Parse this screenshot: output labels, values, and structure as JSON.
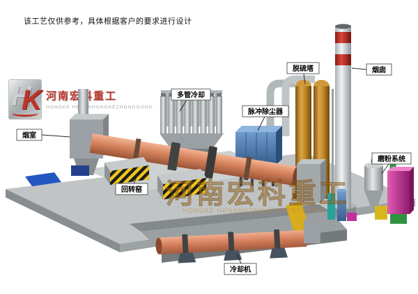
{
  "page": {
    "disclaimer": "该工艺仅供参考，具体根据客户的要求进行设计",
    "background": "#ffffff"
  },
  "logo": {
    "letter_h": "H",
    "letter_k": "K",
    "company_cn": "河南宏科重工",
    "company_en": "HONGKE HENANHONGKEZHONGGONG"
  },
  "watermark": {
    "cn": "河南宏科重工",
    "en": "HONGKE HENANHONGKEZHONGGONG"
  },
  "labels": {
    "smoke_chamber": "烟室",
    "rotary_kiln": "回转窑",
    "multi_tube_cooler": "多管冷却",
    "pulse_dust_collector": "脉冲除尘器",
    "desulfurization_tower": "脱硫塔",
    "chimney": "烟囱",
    "grinding_system": "磨粉系统",
    "cooling_machine": "冷却机"
  },
  "colors": {
    "kiln": "#d5825d",
    "cooling_machine": "#d27c5a",
    "dust_collector": "#4a77ab",
    "desulfurization_tower": "#bd8426",
    "chimney_band": "#c8352b",
    "platform": "#c0c4c5",
    "hazard_yellow": "#f0c41c",
    "grinding_magenta": "#c2309a",
    "grinding_green": "#2f9242",
    "watermark": "#c8862e",
    "logo_red": "#b92b20"
  }
}
